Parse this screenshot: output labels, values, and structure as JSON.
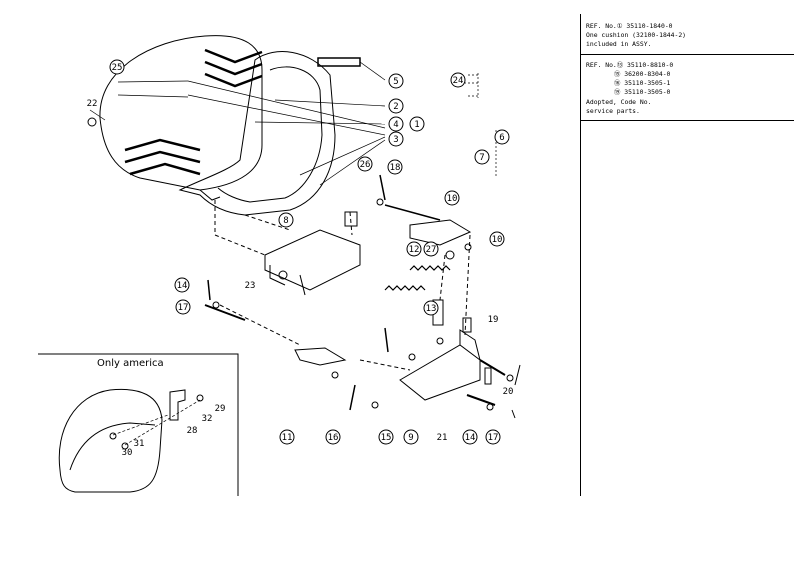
{
  "notes": {
    "ref1_line1": "REF. No.① 35110-1840-0",
    "ref1_line2": "One cushion (32100-1844-2)",
    "ref1_line3": "included in ASSY.",
    "ref2_line1": "REF. No.⑬ 35110-8810-0",
    "ref2_line2": "⑮ 36200-8304-0",
    "ref2_line3": "⑯ 35110-3505-1",
    "ref2_line4": "⑲ 35110-3505-0",
    "ref2_line5": "Adopted, Code No.",
    "ref2_line6": "service parts."
  },
  "inset": {
    "title": "Only america"
  },
  "callouts": [
    {
      "id": "c1",
      "label": "1"
    },
    {
      "id": "c2",
      "label": "2"
    },
    {
      "id": "c3",
      "label": "3"
    },
    {
      "id": "c4",
      "label": "4"
    },
    {
      "id": "c5",
      "label": "5"
    },
    {
      "id": "c6a",
      "label": "6"
    },
    {
      "id": "c7",
      "label": "7"
    },
    {
      "id": "c8",
      "label": "8"
    },
    {
      "id": "c9",
      "label": "9"
    },
    {
      "id": "c10a",
      "label": "10"
    },
    {
      "id": "c10b",
      "label": "10"
    },
    {
      "id": "c11",
      "label": "11"
    },
    {
      "id": "c12",
      "label": "12"
    },
    {
      "id": "c13",
      "label": "13"
    },
    {
      "id": "c14a",
      "label": "14"
    },
    {
      "id": "c14b",
      "label": "14"
    },
    {
      "id": "c15",
      "label": "15"
    },
    {
      "id": "c16",
      "label": "16"
    },
    {
      "id": "c17a",
      "label": "17"
    },
    {
      "id": "c17b",
      "label": "17"
    },
    {
      "id": "c18",
      "label": "18"
    },
    {
      "id": "c19",
      "label": "19"
    },
    {
      "id": "c20",
      "label": "20"
    },
    {
      "id": "c21",
      "label": "21"
    },
    {
      "id": "c22",
      "label": "22"
    },
    {
      "id": "c23",
      "label": "23"
    },
    {
      "id": "c24",
      "label": "24"
    },
    {
      "id": "c25",
      "label": "25"
    },
    {
      "id": "c26",
      "label": "26"
    },
    {
      "id": "c27",
      "label": "27"
    },
    {
      "id": "c28",
      "label": "28"
    },
    {
      "id": "c29",
      "label": "29"
    },
    {
      "id": "c30",
      "label": "30"
    },
    {
      "id": "c31",
      "label": "31"
    },
    {
      "id": "c32",
      "label": "32"
    }
  ]
}
